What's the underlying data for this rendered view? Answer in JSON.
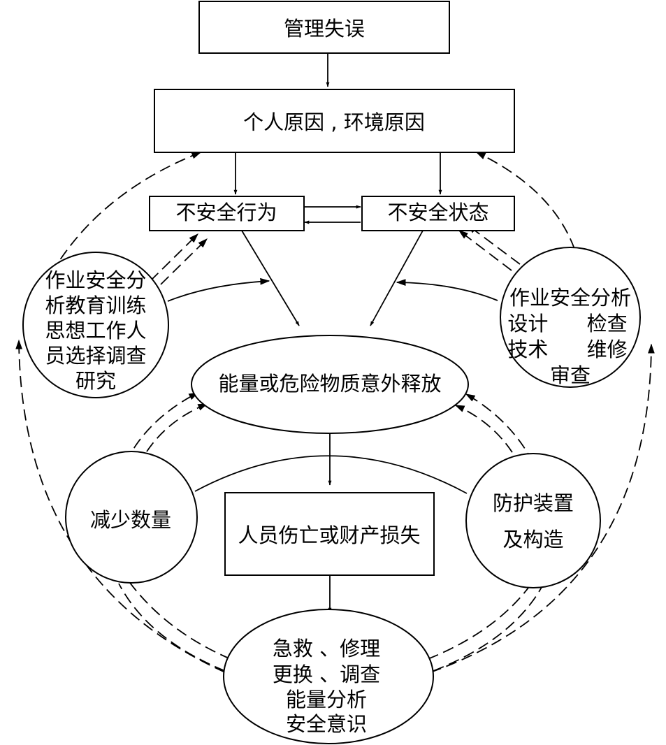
{
  "nodes": {
    "management_error": {
      "lines": [
        "管理失误"
      ]
    },
    "personal_env_causes": {
      "lines": [
        "个人原因 , 环境原因"
      ]
    },
    "unsafe_behavior": {
      "lines": [
        "不安全行为"
      ]
    },
    "unsafe_state": {
      "lines": [
        "不安全状态"
      ]
    },
    "energy_release": {
      "lines": [
        "能量或危险物质意外释放"
      ]
    },
    "casualty_loss": {
      "lines": [
        "人员伤亡或财产损失"
      ]
    },
    "left_measures": {
      "lines": [
        "作业安全分",
        "析教育训练",
        "思想工作人",
        "员选择调查",
        "研究"
      ]
    },
    "right_measures": {
      "lines": [
        "作业安全分析",
        "设计      检查",
        "技术      维修",
        "审查"
      ]
    },
    "reduce_quantity": {
      "lines": [
        "减少数量"
      ]
    },
    "protective_devices": {
      "lines": [
        "防护装置",
        "及构造"
      ]
    },
    "emergency_measures": {
      "lines": [
        "急救 、修理",
        "更换 、调查",
        "能量分析",
        "安全意识"
      ]
    }
  },
  "colors": {
    "line": "#000000",
    "background": "#ffffff"
  }
}
